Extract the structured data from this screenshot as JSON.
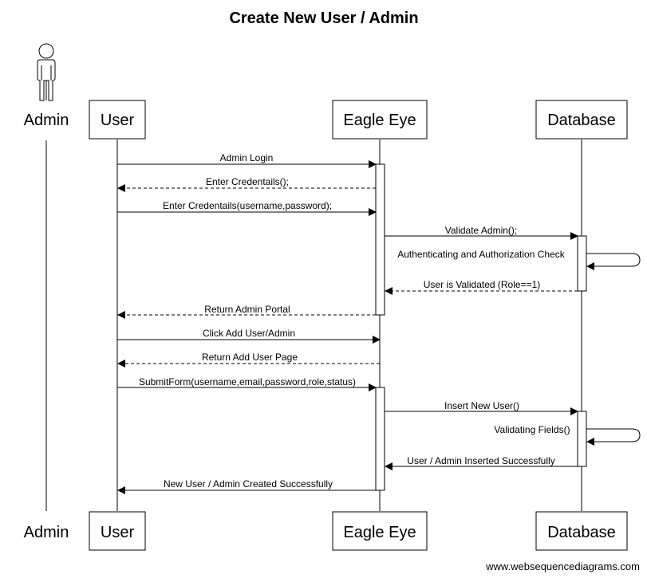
{
  "title": "Create New User / Admin",
  "participants": [
    {
      "key": "admin",
      "label": "Admin",
      "kind": "stick-figure"
    },
    {
      "key": "user",
      "label": "User",
      "kind": "box"
    },
    {
      "key": "eagle",
      "label": "Eagle Eye",
      "kind": "box"
    },
    {
      "key": "db",
      "label": "Database",
      "kind": "box"
    }
  ],
  "messages": [
    {
      "from": "user",
      "to": "eagle",
      "label": "Admin Login",
      "style": "solid"
    },
    {
      "from": "eagle",
      "to": "user",
      "label": "Enter Credentails();",
      "style": "dashed"
    },
    {
      "from": "user",
      "to": "eagle",
      "label": "Enter Credentails(username,password);",
      "style": "solid"
    },
    {
      "from": "eagle",
      "to": "db",
      "label": "Validate Admin();",
      "style": "solid"
    },
    {
      "from": "db",
      "to": "db",
      "label": "Authenticating and Authorization Check",
      "style": "solid"
    },
    {
      "from": "db",
      "to": "eagle",
      "label": "User is Validated (Role==1)",
      "style": "dashed"
    },
    {
      "from": "eagle",
      "to": "user",
      "label": "Return Admin Portal",
      "style": "dashed"
    },
    {
      "from": "user",
      "to": "eagle",
      "label": "Click Add User/Admin",
      "style": "solid"
    },
    {
      "from": "eagle",
      "to": "user",
      "label": "Return Add User Page",
      "style": "dashed"
    },
    {
      "from": "user",
      "to": "eagle",
      "label": "SubmitForm(username,email,password,role,status)",
      "style": "solid"
    },
    {
      "from": "eagle",
      "to": "db",
      "label": "Insert New User()",
      "style": "solid"
    },
    {
      "from": "db",
      "to": "db",
      "label": "Validating Fields()",
      "style": "solid"
    },
    {
      "from": "db",
      "to": "eagle",
      "label": "User / Admin Inserted Successfully",
      "style": "solid"
    },
    {
      "from": "eagle",
      "to": "user",
      "label": "New User / Admin Created Successfully",
      "style": "solid"
    }
  ],
  "footer": "www.websequencediagrams.com"
}
